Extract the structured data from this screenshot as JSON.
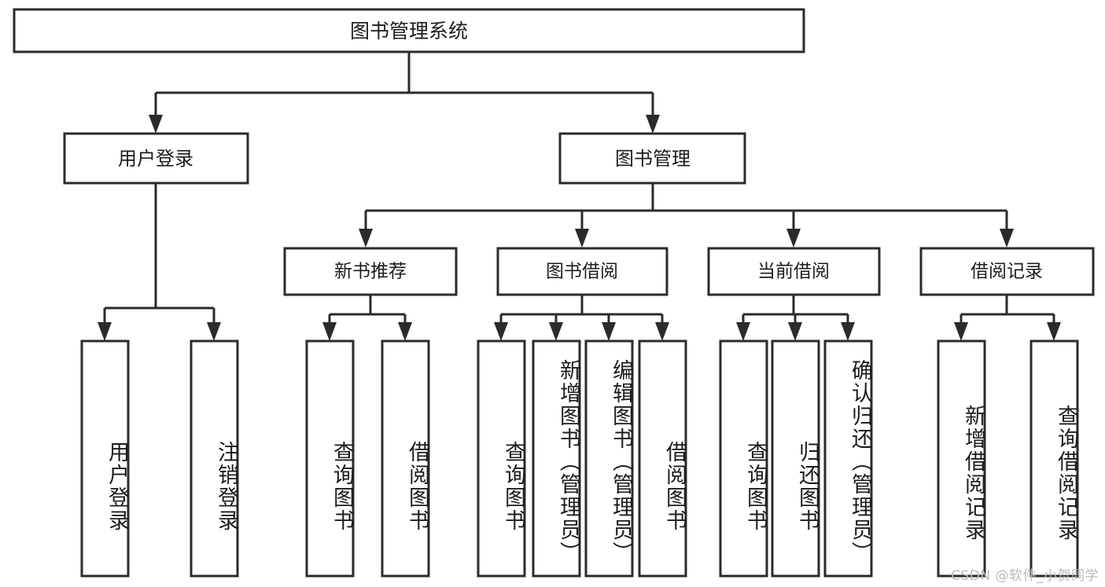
{
  "diagram": {
    "title": "图书管理系统",
    "type": "hierarchy-tree",
    "watermark": "CSDN @软件_小贺同学",
    "colors": {
      "stroke": "#2b2b2b",
      "fill": "#ffffff",
      "text": "#1c1c1c",
      "watermark": "#b9b9b9",
      "background": "#ffffff"
    },
    "root": {
      "id": "root",
      "label": "图书管理系统"
    },
    "level1": [
      {
        "id": "user-login",
        "label": "用户登录"
      },
      {
        "id": "book-manage",
        "label": "图书管理"
      }
    ],
    "level2": [
      {
        "id": "new-book-rec",
        "label": "新书推荐",
        "parent": "book-manage"
      },
      {
        "id": "book-borrow",
        "label": "图书借阅",
        "parent": "book-manage"
      },
      {
        "id": "current-borrow",
        "label": "当前借阅",
        "parent": "book-manage"
      },
      {
        "id": "borrow-record",
        "label": "借阅记录",
        "parent": "book-manage"
      }
    ],
    "leaves": [
      {
        "id": "leaf-user-login",
        "label": "用户登录",
        "parent": "user-login"
      },
      {
        "id": "leaf-user-logout",
        "label": "注销登录",
        "parent": "user-login"
      },
      {
        "id": "leaf-query-book-1",
        "label": "查询图书",
        "parent": "new-book-rec"
      },
      {
        "id": "leaf-borrow-book-1",
        "label": "借阅图书",
        "parent": "new-book-rec"
      },
      {
        "id": "leaf-query-book-2",
        "label": "查询图书",
        "parent": "book-borrow"
      },
      {
        "id": "leaf-add-book",
        "label": "新增图书（管理员）",
        "parent": "book-borrow"
      },
      {
        "id": "leaf-edit-book",
        "label": "编辑图书（管理员）",
        "parent": "book-borrow"
      },
      {
        "id": "leaf-borrow-book-2",
        "label": "借阅图书",
        "parent": "book-borrow"
      },
      {
        "id": "leaf-query-book-3",
        "label": "查询图书",
        "parent": "current-borrow"
      },
      {
        "id": "leaf-return-book",
        "label": "归还图书",
        "parent": "current-borrow"
      },
      {
        "id": "leaf-confirm-return",
        "label": "确认归还（管理员）",
        "parent": "current-borrow"
      },
      {
        "id": "leaf-add-record",
        "label": "新增借阅记录",
        "parent": "borrow-record"
      },
      {
        "id": "leaf-query-record",
        "label": "查询借阅记录",
        "parent": "borrow-record"
      }
    ]
  }
}
